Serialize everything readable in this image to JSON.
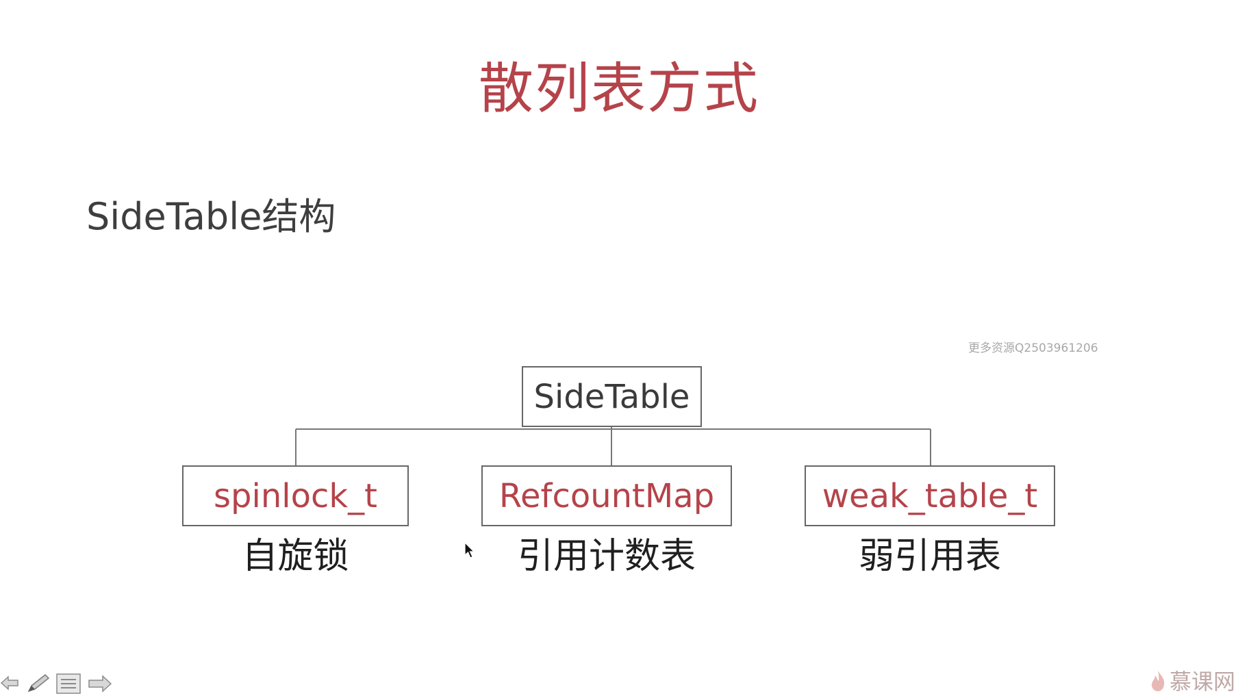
{
  "title": "散列表方式",
  "subtitle": "SideTable结构",
  "watermark": "更多资源Q2503961206",
  "diagram": {
    "root": {
      "label": "SideTable"
    },
    "children": [
      {
        "label": "spinlock_t",
        "caption": "自旋锁"
      },
      {
        "label": "RefcountMap",
        "caption": "引用计数表"
      },
      {
        "label": "weak_table_t",
        "caption": "弱引用表"
      }
    ]
  },
  "toolbar": {
    "icons": [
      "arrow-left-icon",
      "pen-icon",
      "menu-icon",
      "arrow-right-icon"
    ]
  },
  "brand": {
    "name": "慕课网",
    "icon": "flame-icon"
  },
  "colors": {
    "accent": "#b5434a",
    "text": "#3a3a3a",
    "border": "#666666",
    "watermark": "#a8a8a8"
  }
}
